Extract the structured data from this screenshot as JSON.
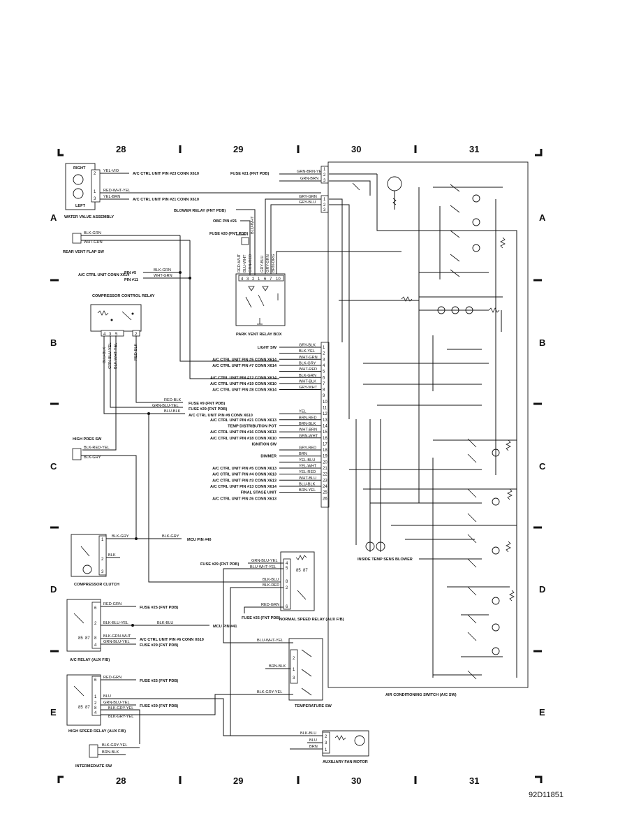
{
  "grid": {
    "columns": [
      "28",
      "29",
      "30",
      "31"
    ],
    "rows": [
      "A",
      "B",
      "C",
      "D",
      "E"
    ]
  },
  "drawing_id": "92D11851",
  "components": {
    "water_valve": {
      "name": "WATER VALVE ASSEMBLY",
      "right": "RIGHT",
      "left": "LEFT"
    },
    "rear_vent_flap": {
      "name": "REAR VENT FLAP SW"
    },
    "ac_ctrl_unit_x614": {
      "name": "A/C CTRL UNIT CONN X614",
      "pin5": "PIN #5",
      "pin11": "PIN #11"
    },
    "compressor_relay": {
      "name": "COMPRESSOR CONTROL RELAY"
    },
    "high_pres_sw": {
      "name": "HIGH PRES SW"
    },
    "compressor_clutch": {
      "name": "COMPRESSOR CLUTCH"
    },
    "ac_relay": {
      "name": "A/C RELAY (AUX F/B)"
    },
    "high_speed_relay": {
      "name": "HIGH SPEED RELAY (AUX F/B)"
    },
    "intermediate_sw": {
      "name": "INTERMEDIATE SW"
    },
    "park_vent_relay_box": {
      "name": "PARK VENT RELAY BOX"
    },
    "normal_speed_relay": {
      "name": "NORMAL SPEED RELAY (AUX F/B)"
    },
    "temperature_sw": {
      "name": "TEMPERATURE SW"
    },
    "aux_fan_motor": {
      "name": "AUXILIARY FAN MOTOR"
    },
    "inside_temp_sens_blower": {
      "name": "INSIDE TEMP SENS BLOWER"
    },
    "ac_switch": {
      "name": "AIR CONDITIONING SWITCH (A/C SW)"
    }
  },
  "left_wires": {
    "wv_pin2": {
      "wire": "YEL-VIO",
      "dest": "A/C CTRL UNIT PIN #23 CONN X610"
    },
    "wv_pin1": {
      "wire": "RED-WHT-YEL"
    },
    "wv_pin3": {
      "wire": "YEL-BRN",
      "dest": "A/C CTRL UNIT PIN #21 CONN X610"
    },
    "rv_blk_grn": "BLK-GRN",
    "rv_wht_grn": "WHT-GRN",
    "x614_pin5": "BLK-GRN",
    "x614_pin11": "WHT-GRN",
    "cr_blu_blk": "BLU-BLK",
    "cr_grn_blu_yel": "GRN-BLU-YEL",
    "cr_blk_wht_yel": "BLK-WHT-YEL",
    "cr_red_blk": "RED-BLK",
    "cr_pin_labels": [
      "4",
      "3",
      "5",
      "2"
    ],
    "fuse9": {
      "wire": "RED-BLK",
      "dest": "FUSE #9 (FNT PDB)"
    },
    "fuse29a": {
      "wire": "GRN-BLU-YEL",
      "dest": "FUSE #29 (FNT PDB)"
    },
    "pin8_x610": {
      "wire": "BLU-BLK",
      "dest": "A/C CTRL UNIT PIN #8 CONN X610"
    },
    "hps_blk_red_yel": "BLK-RED-YEL",
    "hps_blk_gry": "BLK-GRY",
    "cc_blk_gry": {
      "wire": "BLK-GRY",
      "dest": "MCU PIN #40"
    },
    "cc_blk": "BLK",
    "cc_pins": [
      "1",
      "2",
      "3"
    ],
    "acr_red_grn": {
      "wire": "RED-GRN",
      "dest": "FUSE #25 (FNT PDB)"
    },
    "acr_blk_blu_yel": {
      "wire": "BLK-BLU-YEL",
      "wire2": "BLK-BLU",
      "dest": "MCU PIN #41"
    },
    "acr_blk_grn_wht": {
      "wire": "BLK-GRN-WHT",
      "dest": "A/C CTRL UNIT PIN #6 CONN X610"
    },
    "acr_grn_blu_yel": {
      "wire": "GRN-BLU-YEL",
      "dest": "FUSE #29 (FNT PDB)"
    },
    "acr_pins": [
      "6",
      "2",
      "8",
      "4"
    ],
    "acr_inner": [
      "85",
      "87"
    ],
    "hsr_red_grn": {
      "wire": "RED-GRN",
      "dest": "FUSE #25 (FNT PDB)"
    },
    "hsr_blu": "BLU",
    "hsr_grn_blu_yel": {
      "wire": "GRN-BLU-YEL",
      "dest": "FUSE #29 (FNT PDB)"
    },
    "hsr_blk_gry_yel": "BLK-GRY-YEL",
    "hsr_blk_gry_yel2": "BLK-GRY-YEL",
    "hsr_pins": [
      "6",
      "1",
      "2",
      "8",
      "4"
    ],
    "hsr_inner": [
      "85",
      "87"
    ],
    "int_blk_gry_yel": "BLK-GRY-YEL",
    "int_brn_blk": "BRN-BLK"
  },
  "park_vent": {
    "fuse21": "FUSE #21 (FNT PDB)",
    "blower_relay": "BLOWER RELAY (FNT PDB)",
    "obc_pin21": "OBC PIN #21",
    "fuse20": "FUSE #20 (FNT PDB)",
    "blu_wht": "BLU-WHT",
    "bottom_wires": [
      "RED-WHT",
      "BLU-WHT",
      "GRN-RED",
      "GRY-BLU",
      "GRY-GRN",
      "BRN-ORG"
    ],
    "pins": [
      "4",
      "3",
      "2",
      "1",
      "6",
      "7",
      "10"
    ],
    "in_wires": [
      "GRN-BRN-YEL",
      "GRN-BRN",
      "GRY-GRN",
      "GRY-BLU"
    ],
    "in_pins": [
      "1",
      "2",
      "3",
      "1",
      "2",
      "3"
    ]
  },
  "ac_switch_pins": {
    "pins": [
      "1",
      "2",
      "3",
      "4",
      "5",
      "6",
      "7",
      "8",
      "9",
      "10",
      "11",
      "12",
      "13",
      "14",
      "15",
      "16",
      "17",
      "18",
      "19",
      "20",
      "21",
      "22",
      "23",
      "24",
      "25",
      "26"
    ],
    "rows": [
      {
        "label": "LIGHT SW",
        "wire": "GRY-BLK"
      },
      {
        "label": "",
        "wire": "BLK-YEL"
      },
      {
        "label": "A/C CTRL UNIT PIN #5 CONN X614",
        "wire": "WHT-GRN"
      },
      {
        "label": "A/C CTRL UNIT PIN #7 CONN X614",
        "wire": "BLK-GRY"
      },
      {
        "label": "",
        "wire": "WHT-RED"
      },
      {
        "label": "A/C CTRL UNIT PIN #12 CONN X614",
        "wire": "BLK-GRN"
      },
      {
        "label": "A/C CTRL UNIT PIN #19 CONN X610",
        "wire": "WHT-BLK"
      },
      {
        "label": "A/C CTRL UNIT PIN #8 CONN X614",
        "wire": "GRY-WHT"
      },
      {
        "label": "",
        "wire": ""
      },
      {
        "label": "",
        "wire": ""
      },
      {
        "label": "",
        "wire": ""
      },
      {
        "label": "",
        "wire": "YEL"
      },
      {
        "label": "A/C CTRL UNIT PIN #21 CONN X613",
        "wire": "BRN-RED"
      },
      {
        "label": "TEMP DISTRIBUTION POT",
        "wire": "BRN-BLK"
      },
      {
        "label": "A/C CTRL UNIT PIN #16 CONN X613",
        "wire": "WHT-BRN"
      },
      {
        "label": "A/C CTRL UNIT PIN #18 CONN X610",
        "wire": "GRN-WHT"
      },
      {
        "label": "IGNITION SW",
        "wire": ""
      },
      {
        "label": "",
        "wire": "GRY-RED"
      },
      {
        "label": "DIMMER",
        "wire": "BRN"
      },
      {
        "label": "",
        "wire": "YEL-BLU"
      },
      {
        "label": "A/C CTRL UNIT PIN #5 CONN X613",
        "wire": "YEL-WHT"
      },
      {
        "label": "A/C CTRL UNIT PIN #4 CONN X613",
        "wire": "YEL-RED"
      },
      {
        "label": "A/C CTRL UNIT PIN #3 CONN X613",
        "wire": "WHT-BLU"
      },
      {
        "label": "A/C CTRL UNIT PIN #13 CONN X614",
        "wire": "BLU-BLK"
      },
      {
        "label": "FINAL STAGE UNIT",
        "wire": "BRN-YEL"
      },
      {
        "label": "A/C CTRL UNIT PIN #6 CONN X613",
        "wire": ""
      }
    ]
  },
  "normal_speed": {
    "fuse29": "FUSE #29 (FNT PDB)",
    "grn_blu_yel": "GRN-BLU-YEL",
    "blu_wht_yel": "BLU-WHT-YEL",
    "blk_blu": "BLK-BLU",
    "blk_red": "BLK-RED",
    "red_grn": "RED-GRN",
    "fuse25": "FUSE #25 (FNT PDB)",
    "pins": [
      "4",
      "5",
      "8",
      "2",
      "6"
    ],
    "inner": [
      "85",
      "87"
    ]
  },
  "temp_sw": {
    "blu_wht_yel": "BLU-WHT-YEL",
    "brn_blk": "BRN-BLK",
    "blk_gry_yel": "BLK-GRY-YEL",
    "pins": [
      "2",
      "1",
      "3"
    ]
  },
  "aux_fan": {
    "blk_blu": "BLK-BLU",
    "blu": "BLU",
    "brn": "BRN",
    "pins": [
      "2",
      "3",
      "1"
    ]
  }
}
